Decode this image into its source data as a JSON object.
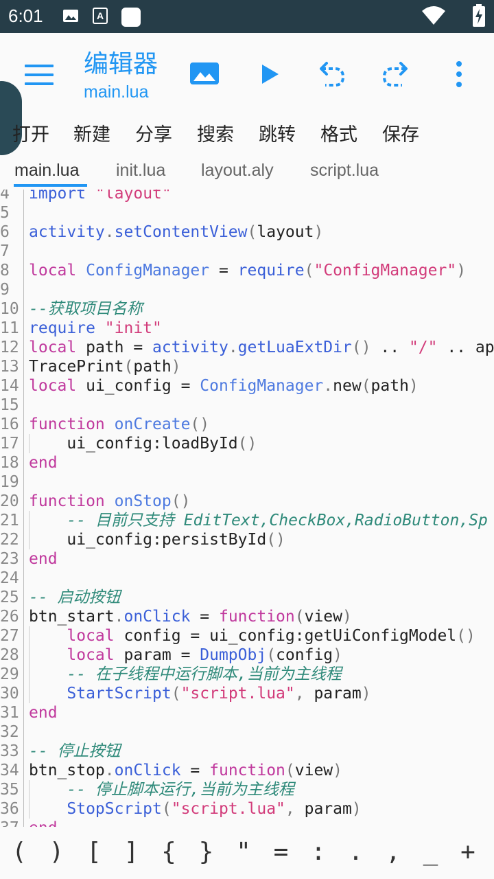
{
  "status_bar": {
    "time": "6:01",
    "icons": [
      "image-icon",
      "a-notification-icon",
      "square-notification-icon",
      "wifi-icon",
      "battery-charging-icon"
    ]
  },
  "toolbar": {
    "title": "编辑器",
    "subtitle": "main.lua",
    "icons": [
      "menu-icon",
      "image-icon",
      "play-icon",
      "undo-icon",
      "redo-icon",
      "more-vert-icon"
    ],
    "accent_color": "#2196f3"
  },
  "menu": [
    "打开",
    "新建",
    "分享",
    "搜索",
    "跳转",
    "格式",
    "保存"
  ],
  "tabs": [
    "main.lua",
    "init.lua",
    "layout.aly",
    "script.lua"
  ],
  "active_tab": "main.lua",
  "editor": {
    "lines": [
      {
        "n": "4",
        "tokens": [
          [
            "kw2",
            "import"
          ],
          [
            "p",
            " "
          ],
          [
            "str",
            "\"layout\""
          ]
        ]
      },
      {
        "n": "5",
        "tokens": []
      },
      {
        "n": "6",
        "tokens": [
          [
            "fn",
            "activity"
          ],
          [
            "p",
            "."
          ],
          [
            "fn",
            "setContentView"
          ],
          [
            "p",
            "("
          ],
          [
            "plain",
            "layout"
          ],
          [
            "p",
            ")"
          ]
        ]
      },
      {
        "n": "7",
        "tokens": []
      },
      {
        "n": "8",
        "tokens": [
          [
            "kw",
            "local"
          ],
          [
            "plain",
            " "
          ],
          [
            "cls",
            "ConfigManager"
          ],
          [
            "plain",
            " = "
          ],
          [
            "fn",
            "require"
          ],
          [
            "p",
            "("
          ],
          [
            "str",
            "\"ConfigManager\""
          ],
          [
            "p",
            ")"
          ]
        ]
      },
      {
        "n": "9",
        "tokens": []
      },
      {
        "n": "10",
        "tokens": [
          [
            "com",
            "--获取项目名称"
          ]
        ]
      },
      {
        "n": "11",
        "tokens": [
          [
            "fn",
            "require"
          ],
          [
            "plain",
            " "
          ],
          [
            "str",
            "\"init\""
          ]
        ]
      },
      {
        "n": "12",
        "tokens": [
          [
            "kw",
            "local"
          ],
          [
            "plain",
            " path = "
          ],
          [
            "fn",
            "activity"
          ],
          [
            "p",
            "."
          ],
          [
            "fn",
            "getLuaExtDir"
          ],
          [
            "p",
            "()"
          ],
          [
            "plain",
            " .. "
          ],
          [
            "str",
            "\"/\""
          ],
          [
            "plain",
            " .. ap"
          ]
        ]
      },
      {
        "n": "13",
        "tokens": [
          [
            "plain",
            "TracePrint"
          ],
          [
            "p",
            "("
          ],
          [
            "plain",
            "path"
          ],
          [
            "p",
            ")"
          ]
        ]
      },
      {
        "n": "14",
        "tokens": [
          [
            "kw",
            "local"
          ],
          [
            "plain",
            " ui_config = "
          ],
          [
            "cls",
            "ConfigManager"
          ],
          [
            "p",
            "."
          ],
          [
            "plain",
            "new"
          ],
          [
            "p",
            "("
          ],
          [
            "plain",
            "path"
          ],
          [
            "p",
            ")"
          ]
        ]
      },
      {
        "n": "15",
        "tokens": []
      },
      {
        "n": "16",
        "tokens": [
          [
            "kw",
            "function"
          ],
          [
            "plain",
            " "
          ],
          [
            "cls",
            "onCreate"
          ],
          [
            "p",
            "()"
          ]
        ]
      },
      {
        "n": "17",
        "tokens": [
          [
            "plain",
            "    ui_config:loadById"
          ],
          [
            "p",
            "()"
          ]
        ]
      },
      {
        "n": "18",
        "tokens": [
          [
            "kw",
            "end"
          ]
        ]
      },
      {
        "n": "19",
        "tokens": []
      },
      {
        "n": "20",
        "tokens": [
          [
            "kw",
            "function"
          ],
          [
            "plain",
            " "
          ],
          [
            "cls",
            "onStop"
          ],
          [
            "p",
            "()"
          ]
        ]
      },
      {
        "n": "21",
        "tokens": [
          [
            "plain",
            "    "
          ],
          [
            "com",
            "-- 目前只支持 EditText,CheckBox,RadioButton,Sp"
          ]
        ]
      },
      {
        "n": "22",
        "tokens": [
          [
            "plain",
            "    ui_config:persistById"
          ],
          [
            "p",
            "()"
          ]
        ]
      },
      {
        "n": "23",
        "tokens": [
          [
            "kw",
            "end"
          ]
        ]
      },
      {
        "n": "24",
        "tokens": []
      },
      {
        "n": "25",
        "tokens": [
          [
            "com",
            "-- 启动按钮"
          ]
        ]
      },
      {
        "n": "26",
        "tokens": [
          [
            "plain",
            "btn_start"
          ],
          [
            "p",
            "."
          ],
          [
            "fn",
            "onClick"
          ],
          [
            "plain",
            " = "
          ],
          [
            "kw",
            "function"
          ],
          [
            "p",
            "("
          ],
          [
            "plain",
            "view"
          ],
          [
            "p",
            ")"
          ]
        ]
      },
      {
        "n": "27",
        "tokens": [
          [
            "plain",
            "    "
          ],
          [
            "kw",
            "local"
          ],
          [
            "plain",
            " config = ui_config:getUiConfigModel"
          ],
          [
            "p",
            "()"
          ]
        ]
      },
      {
        "n": "28",
        "tokens": [
          [
            "plain",
            "    "
          ],
          [
            "kw",
            "local"
          ],
          [
            "plain",
            " param = "
          ],
          [
            "fn",
            "DumpObj"
          ],
          [
            "p",
            "("
          ],
          [
            "plain",
            "config"
          ],
          [
            "p",
            ")"
          ]
        ]
      },
      {
        "n": "29",
        "tokens": [
          [
            "plain",
            "    "
          ],
          [
            "com",
            "-- 在子线程中运行脚本,当前为主线程"
          ]
        ]
      },
      {
        "n": "30",
        "tokens": [
          [
            "plain",
            "    "
          ],
          [
            "fn",
            "StartScript"
          ],
          [
            "p",
            "("
          ],
          [
            "str",
            "\"script.lua\""
          ],
          [
            "p",
            ","
          ],
          [
            "plain",
            " param"
          ],
          [
            "p",
            ")"
          ]
        ]
      },
      {
        "n": "31",
        "tokens": [
          [
            "kw",
            "end"
          ]
        ]
      },
      {
        "n": "32",
        "tokens": []
      },
      {
        "n": "33",
        "tokens": [
          [
            "com",
            "-- 停止按钮"
          ]
        ]
      },
      {
        "n": "34",
        "tokens": [
          [
            "plain",
            "btn_stop"
          ],
          [
            "p",
            "."
          ],
          [
            "fn",
            "onClick"
          ],
          [
            "plain",
            " = "
          ],
          [
            "kw",
            "function"
          ],
          [
            "p",
            "("
          ],
          [
            "plain",
            "view"
          ],
          [
            "p",
            ")"
          ]
        ]
      },
      {
        "n": "35",
        "tokens": [
          [
            "plain",
            "    "
          ],
          [
            "com",
            "-- 停止脚本运行,当前为主线程"
          ]
        ]
      },
      {
        "n": "36",
        "tokens": [
          [
            "plain",
            "    "
          ],
          [
            "fn",
            "StopScript"
          ],
          [
            "p",
            "("
          ],
          [
            "str",
            "\"script.lua\""
          ],
          [
            "p",
            ","
          ],
          [
            "plain",
            " param"
          ],
          [
            "p",
            ")"
          ]
        ]
      },
      {
        "n": "37",
        "tokens": [
          [
            "kw",
            "end"
          ]
        ]
      }
    ]
  },
  "symbol_bar": [
    "(",
    ")",
    "[",
    "]",
    "{",
    "}",
    "\"",
    "=",
    ":",
    ".",
    ",",
    "_",
    "+"
  ]
}
